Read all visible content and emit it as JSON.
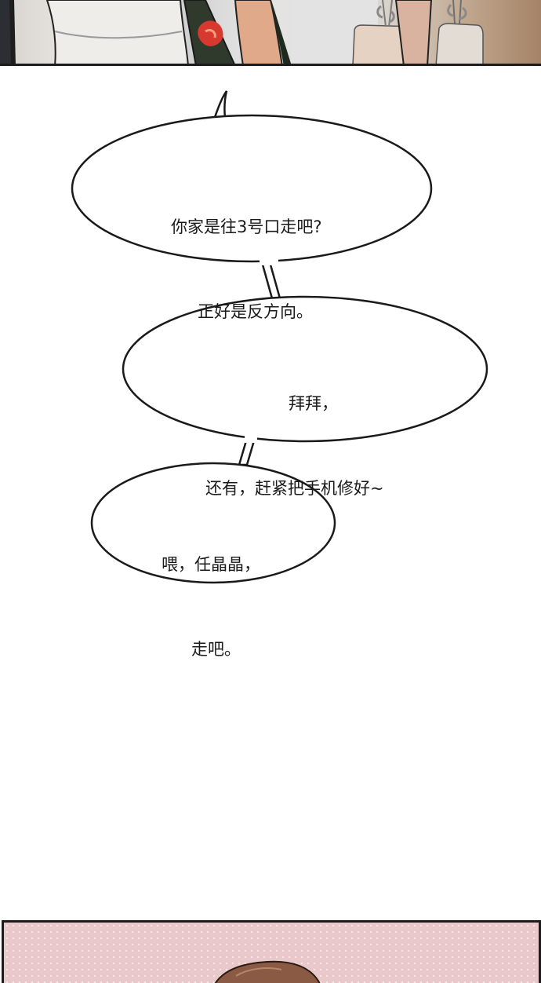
{
  "bubbles": [
    {
      "lines": [
        "你家是往3号口走吧?",
        "正好是反方向。"
      ]
    },
    {
      "lines": [
        "拜拜，",
        "还有，赶紧把手机修好~"
      ]
    },
    {
      "lines": [
        "喂，任晶晶，",
        "走吧。"
      ]
    }
  ]
}
